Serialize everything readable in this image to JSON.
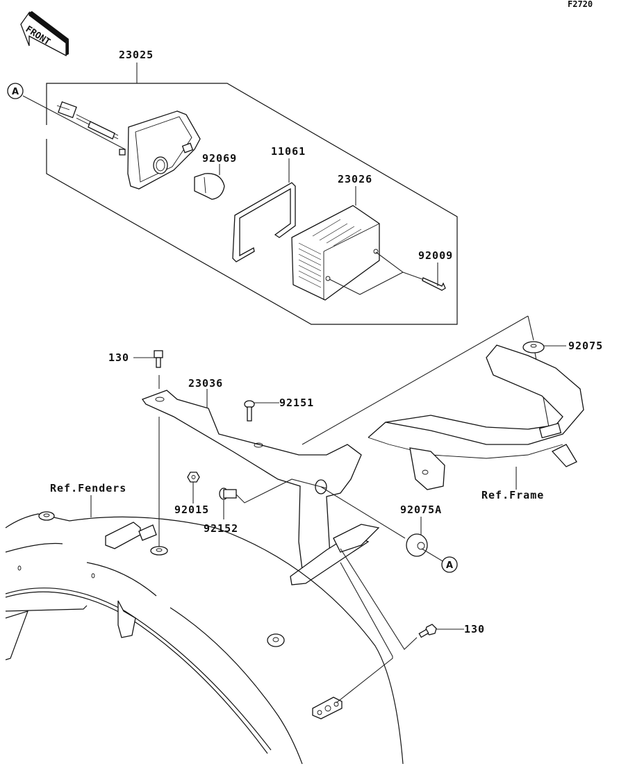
{
  "diagram": {
    "figure_code": "F2720",
    "orientation_label": "FRONT",
    "callout_ref": "A",
    "labels": {
      "assy_taillight": "23025",
      "bulb": "92069",
      "gasket": "11061",
      "lens": "23026",
      "screw_lens": "92009",
      "bolt_top": "130",
      "bracket": "23036",
      "screw_bracket": "92151",
      "grommet_frame": "92075",
      "nut": "92015",
      "collar": "92152",
      "grommet_a": "92075A",
      "bolt_bottom": "130",
      "ref_fenders": "Ref.Fenders",
      "ref_frame": "Ref.Frame"
    }
  }
}
